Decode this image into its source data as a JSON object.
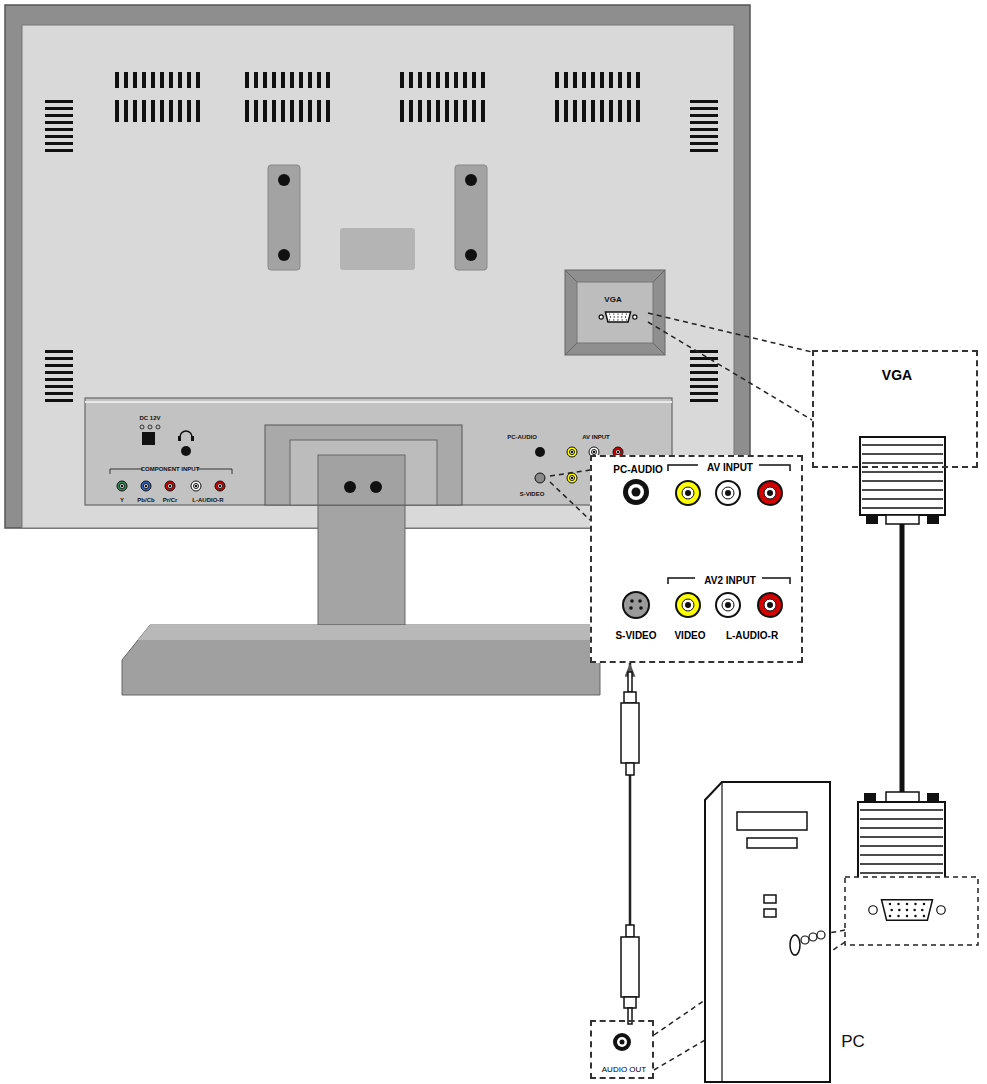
{
  "diagram": {
    "nodes": [
      {
        "text": [
          "VGA"
        ]
      },
      {
        "text": [
          "PC-AUDIO",
          "AV INPUT",
          "AV2 INPUT",
          "S-VIDEO",
          "VIDEO",
          "L-AUDIO-R"
        ]
      },
      {
        "text": [
          "AUDIO OUT"
        ]
      }
    ],
    "edges": [
      {
        "from": 2,
        "to": 1,
        "arrow": "to"
      }
    ],
    "labels": [
      "VGA",
      "DC 12V",
      "COMPONENT INPUT",
      "Y",
      "Pb/Cb",
      "Pr/Cr",
      "L-AUDIO-R",
      "PC-AUDIO",
      "AV INPUT",
      "S-VIDEO",
      "PC"
    ]
  }
}
